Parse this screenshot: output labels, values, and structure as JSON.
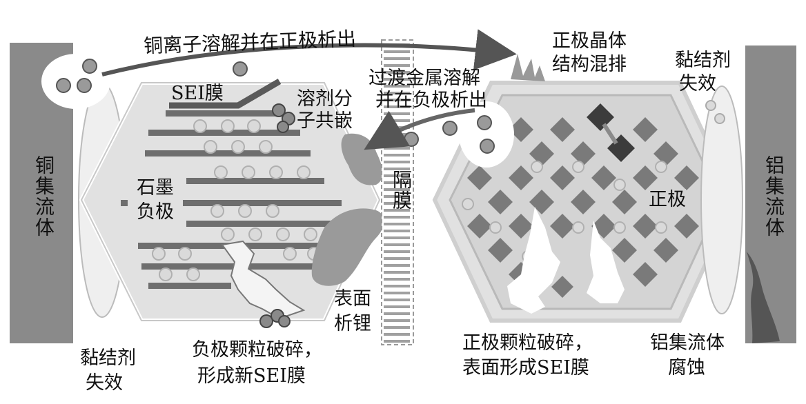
{
  "labels": {
    "cu_dissolve": "铜离子溶解并在正极析出",
    "sei_film": "SEI膜",
    "solvent_line1": "溶剂分",
    "solvent_line2": "子共嵌",
    "tm_line1": "过渡金属溶解",
    "tm_line2": "并在负极析出",
    "cathode_disorder_line1": "正极晶体",
    "cathode_disorder_line2": "结构混排",
    "binder_right_line1": "黏结剂",
    "binder_right_line2": "失效",
    "graphite_line1": "石墨",
    "graphite_line2": "负极",
    "separator": "隔膜",
    "cathode": "正极",
    "cu_collector": "铜集流体",
    "al_collector": "铝集流体",
    "li_plating_line1": "表面",
    "li_plating_line2": "析锂",
    "binder_left_line1": "黏结剂",
    "binder_left_line2": "失效",
    "anode_crack_line1": "负极颗粒破碎，",
    "anode_crack_line2": "形成新SEI膜",
    "cathode_crack_line1": "正极颗粒破碎，",
    "cathode_crack_line2": "表面形成SEI膜",
    "al_corrosion_line1": "铝集流体",
    "al_corrosion_line2": "腐蚀"
  },
  "colors": {
    "collector": "#8a8a8a",
    "anode_fill": "#d9d9d9",
    "layer": "#6e6e6e",
    "particle": "#c6c6c6",
    "diamond": "#7a7a7a",
    "separator_stripe": "#9a9a9a"
  }
}
